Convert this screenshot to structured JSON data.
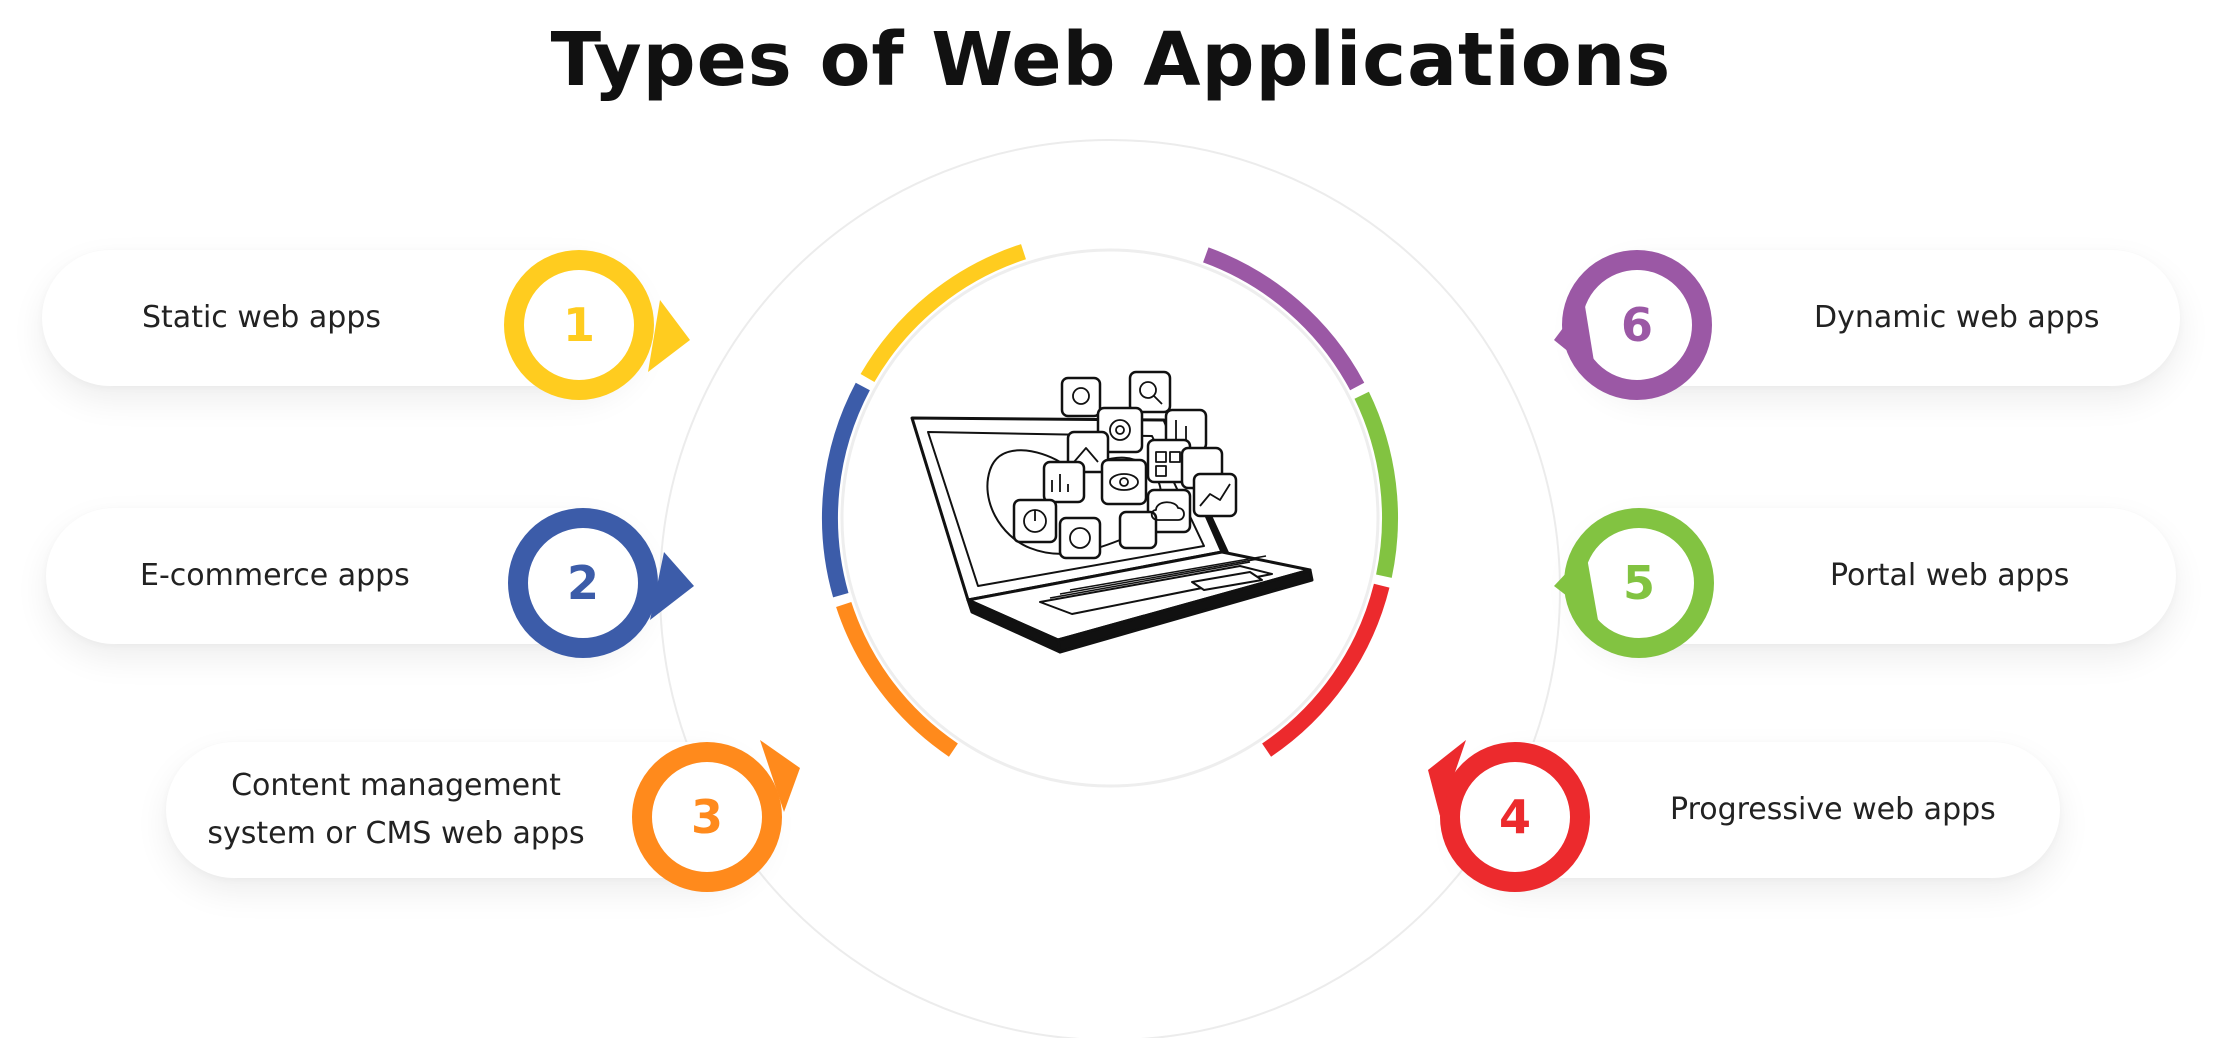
{
  "title": "Types of Web Applications",
  "center_icon": "laptop-with-app-icons",
  "items": [
    {
      "number": "1",
      "label": "Static web apps",
      "color": "#FFCC1F"
    },
    {
      "number": "2",
      "label": "E-commerce apps",
      "color": "#3C5CA9"
    },
    {
      "number": "3",
      "label": "Content management system or CMS web apps",
      "color": "#FF8A1C"
    },
    {
      "number": "4",
      "label": "Progressive web apps",
      "color": "#EC2A2D"
    },
    {
      "number": "5",
      "label": "Portal web apps",
      "color": "#82C341"
    },
    {
      "number": "6",
      "label": "Dynamic web apps",
      "color": "#9B58A5"
    }
  ]
}
